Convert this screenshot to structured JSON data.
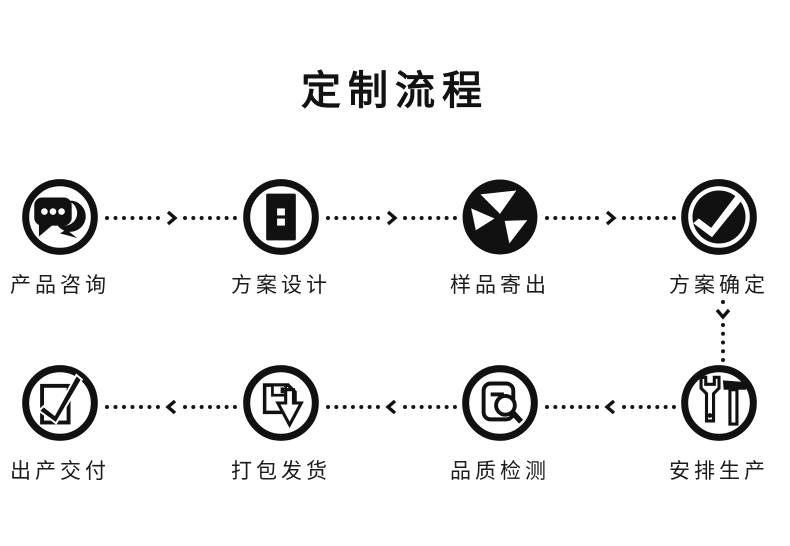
{
  "title": "定制流程",
  "colors": {
    "ink": "#111111",
    "background": "#ffffff"
  },
  "steps": [
    {
      "label": "产品咨询",
      "icon": "chat-bubbles-icon"
    },
    {
      "label": "方案设计",
      "icon": "design-document-icon"
    },
    {
      "label": "样品寄出",
      "icon": "send-sample-icon"
    },
    {
      "label": "方案确定",
      "icon": "confirm-check-icon"
    },
    {
      "label": "安排生产",
      "icon": "production-tools-icon"
    },
    {
      "label": "品质检测",
      "icon": "quality-inspect-icon"
    },
    {
      "label": "打包发货",
      "icon": "package-ship-icon"
    },
    {
      "label": "出产交付",
      "icon": "delivery-check-icon"
    }
  ],
  "flow_order": [
    "产品咨询",
    "方案设计",
    "样品寄出",
    "方案确定",
    "安排生产",
    "品质检测",
    "打包发货",
    "出产交付"
  ],
  "flow_directions": {
    "top_row": "left-to-right",
    "right_connector": "top-to-bottom",
    "bottom_row": "right-to-left"
  }
}
